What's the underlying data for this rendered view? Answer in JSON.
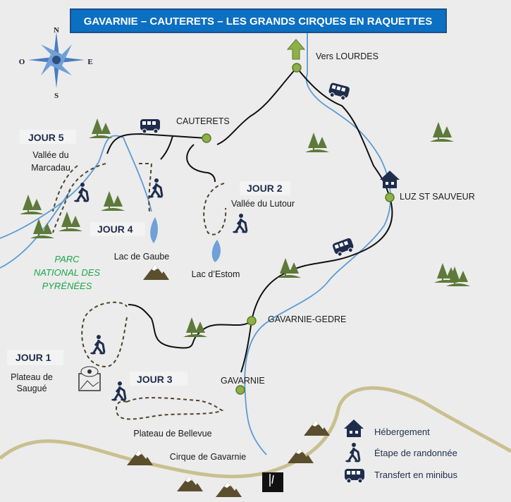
{
  "title": "GAVARNIE – CAUTERETS – LES GRANDS CIRQUES EN RAQUETTES",
  "compass": {
    "n": "N",
    "s": "S",
    "e": "E",
    "w": "O"
  },
  "places": {
    "lourdes": "Vers LOURDES",
    "cauterets": "CAUTERETS",
    "luz": "LUZ ST SAUVEUR",
    "gedre": "GAVARNIE-GEDRE",
    "gavarnie": "GAVARNIE",
    "lac_gaube": "Lac de Gaube",
    "lac_estom": "Lac d’Estom",
    "bellevue": "Plateau de Bellevue",
    "cirque": "Cirque de Gavarnie"
  },
  "days": {
    "j1": {
      "label": "JOUR 1",
      "place_line1": "Plateau de",
      "place_line2": "Saugué"
    },
    "j2": {
      "label": "JOUR 2",
      "place": "Vallée du Lutour"
    },
    "j3": {
      "label": "JOUR 3"
    },
    "j4": {
      "label": "JOUR 4"
    },
    "j5": {
      "label": "JOUR 5",
      "place_line1": "Vallée du",
      "place_line2": "Marcadau"
    }
  },
  "park": {
    "line1": "PARC",
    "line2": "NATIONAL DES",
    "line3": "PYRÉNÉES"
  },
  "legend": [
    {
      "icon": "house-icon",
      "label": "Hébergement"
    },
    {
      "icon": "hiker-icon",
      "label": "Étape de randonnée"
    },
    {
      "icon": "bus-icon",
      "label": "Transfert en minibus"
    }
  ],
  "colors": {
    "title_bg": "#0b6fc2",
    "node": "#8db048",
    "river": "#5b9bd5",
    "icon": "#1f2d4d",
    "tree": "#5d7a3a",
    "mountain": "#5b4e2e",
    "boundary": "#c9c08f",
    "park": "#1aa64a"
  }
}
